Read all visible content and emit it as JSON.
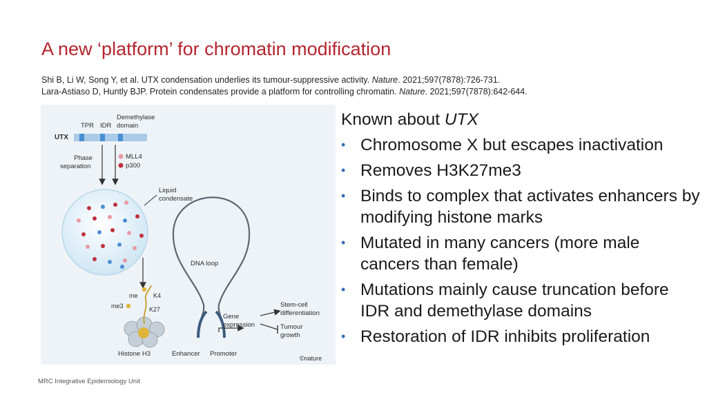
{
  "slide": {
    "title": "A new ‘platform’ for chromatin modification",
    "references": [
      {
        "before": "Shi B, Li W, Song Y, et al. UTX condensation underlies its tumour-suppressive activity. ",
        "journal": "Nature",
        "after": ". 2021;597(7878):726-731."
      },
      {
        "before": "Lara-Astiaso D, Huntly BJP. Protein condensates provide a platform for controlling chromatin. ",
        "journal": "Nature",
        "after": ". 2021;597(7878):642-644."
      }
    ],
    "heading_prefix": "Known about ",
    "heading_italic": "UTX",
    "bullets": [
      "Chromosome X but escapes inactivation",
      "Removes H3K27me3",
      "Binds to complex that activates enhancers by modifying histone marks",
      "Mutated in many cancers (more male cancers than female)",
      "Mutations mainly cause truncation before IDR and demethylase domains",
      "Restoration of IDR inhibits proliferation"
    ],
    "bullet_glyph": "•",
    "footer": "MRC Integrative Epidemiology Unit"
  },
  "figure": {
    "labels": {
      "tpr": "TPR",
      "idr": "IDR",
      "demethylase_1": "Demethylase",
      "demethylase_2": "domain",
      "utx": "UTX",
      "phase_1": "Phase",
      "phase_2": "separation",
      "mll4": "MLL4",
      "p300": "p300",
      "liquid_1": "Liquid",
      "liquid_2": "condensate",
      "dna_loop": "DNA loop",
      "me": "me",
      "k4": "K4",
      "me3": "me3",
      "k27": "K27",
      "gene_1": "Gene",
      "gene_2": "expression",
      "stem_1": "Stem-cell",
      "stem_2": "differentiation",
      "tumour_1": "Tumour",
      "tumour_2": "growth",
      "histone": "Histone H3",
      "enhancer": "Enhancer",
      "promoter": "Promoter",
      "credit": "©nature"
    },
    "colors": {
      "title_red": "#b5242f",
      "bullet_blue": "#3b6fb6",
      "mll4_pink": "#e79aa3",
      "p300_red": "#c0303c",
      "blue_dot": "#4a8fd1",
      "utx_bar": "#a9cbe8",
      "utx_domain": "#4a8fd1",
      "dna_loop": "#5d6470"
    }
  }
}
